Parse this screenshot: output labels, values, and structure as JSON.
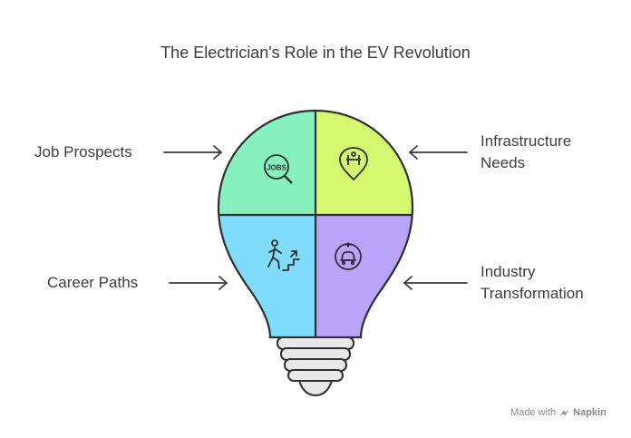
{
  "title": "The Electrician's Role in the EV Revolution",
  "quadrants": [
    {
      "label": "Job Prospects",
      "icon": "jobs-search-icon",
      "icon_text": "JOBS",
      "color": "#86f0bf"
    },
    {
      "label_lines": [
        "Infrastructure",
        "Needs"
      ],
      "icon": "location-pin-icon",
      "color": "#d4f76f"
    },
    {
      "label": "Career Paths",
      "icon": "climbing-stairs-icon",
      "color": "#7fdcfb"
    },
    {
      "label_lines": [
        "Industry",
        "Transformation"
      ],
      "icon": "electric-car-icon",
      "color": "#b9a4f9"
    }
  ],
  "footer": {
    "made_with": "Made with",
    "brand": "Napkin"
  }
}
